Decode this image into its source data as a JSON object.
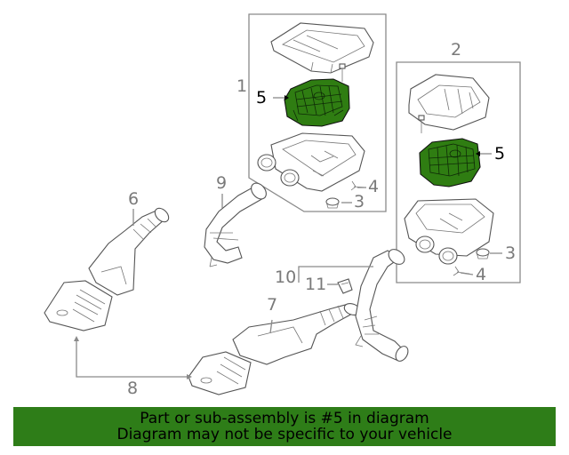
{
  "callouts": {
    "c1": "1",
    "c2": "2",
    "c3a": "3",
    "c3b": "3",
    "c4a": "4",
    "c4b": "4",
    "c5a": "5",
    "c5b": "5",
    "c6": "6",
    "c7": "7",
    "c8": "8",
    "c9": "9",
    "c10": "10",
    "c11": "11"
  },
  "banner": {
    "line1": "Part or sub-assembly is #5 in diagram",
    "line2": "Diagram may not be specific to your vehicle"
  },
  "colors": {
    "highlight": "#2f7d12",
    "banner": "#2e7d18"
  }
}
